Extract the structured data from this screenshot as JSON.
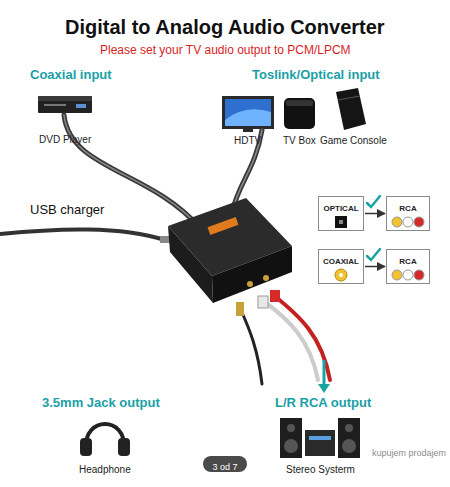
{
  "diagram": {
    "title": "Digital to Analog Audio Converter",
    "nodes": [
      {
        "text": [
          "OPTICAL"
        ]
      },
      {
        "text": [
          "RCA"
        ]
      },
      {
        "text": [
          "COAXIAL"
        ]
      },
      {
        "text": [
          "RCA"
        ]
      },
      {
        "text": [
          "3 od 7"
        ]
      }
    ],
    "edges": [
      {
        "from": 0,
        "to": 1,
        "arrow": "to"
      },
      {
        "from": 2,
        "to": 3,
        "arrow": "to"
      }
    ],
    "labels": [
      "Please set your TV audio output to PCM/LPCM",
      "Coaxial input",
      "Toslink/Optical input",
      "DVD Player",
      "HDTV",
      "TV Box",
      "Game Console",
      "USB charger",
      "3.5mm Jack output",
      "L/R RCA output",
      "Headphone",
      "Stereo Systerm",
      "kupujem prodajem"
    ]
  }
}
